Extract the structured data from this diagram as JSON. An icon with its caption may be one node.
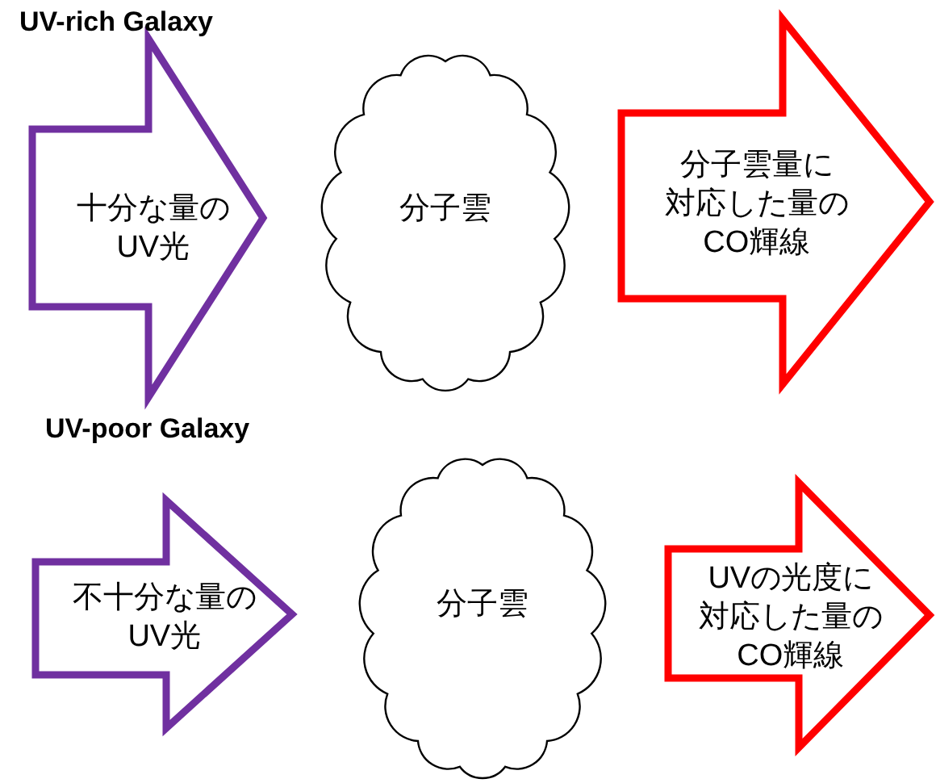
{
  "diagram": {
    "nodes": [
      {
        "text": [
          "十分な量のUV光"
        ]
      },
      {
        "text": [
          "分子雲"
        ]
      },
      {
        "text": [
          "分子雲量に対応した量のCO輝線"
        ]
      },
      {
        "text": [
          "不十分な量のUV光"
        ]
      },
      {
        "text": [
          "分子雲"
        ]
      },
      {
        "text": [
          "UVの光度に対応した量のCO輝線"
        ]
      }
    ],
    "labels": [
      "UV-rich Galaxy",
      "UV-poor Galaxy"
    ]
  }
}
